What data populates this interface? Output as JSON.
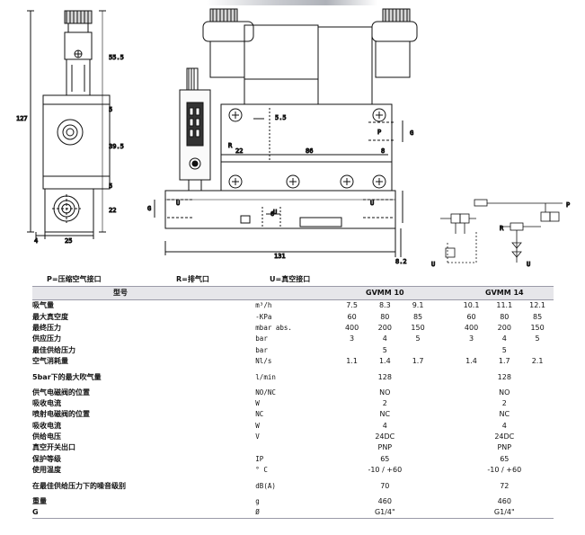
{
  "ports": {
    "p_label": "P=压缩空气接口",
    "r_label": "R=排气口",
    "u_label": "U=真空接口"
  },
  "drawing": {
    "side_view": {
      "dims": {
        "height": "127",
        "d1": "55.5",
        "d2": "5",
        "d3": "39.5",
        "d4": "5",
        "d5": "22",
        "w1": "4",
        "w2": "25"
      }
    },
    "front_view": {
      "dims": {
        "d55": "5.5",
        "d22": "22",
        "d86": "86",
        "d8": "8",
        "d6": "6",
        "d131": "131",
        "d82": "8.2"
      },
      "labels": {
        "P": "P",
        "R": "R",
        "G1": "G",
        "G2": "G",
        "U1": "U",
        "U2": "U",
        "U3": "U"
      }
    },
    "circuit": {
      "labels": {
        "P": "P",
        "R": "R",
        "U1": "U",
        "U2": "U"
      }
    }
  },
  "table": {
    "header": {
      "label": "型号",
      "model1": "GVMM 10",
      "model2": "GVMM 14"
    },
    "rows": [
      {
        "name": "吸气量",
        "unit": "m³/h",
        "v": [
          "7.5",
          "8.3",
          "9.1",
          "10.1",
          "11.1",
          "12.1"
        ]
      },
      {
        "name": "最大真空度",
        "unit": "-KPa",
        "v": [
          "60",
          "80",
          "85",
          "60",
          "80",
          "85"
        ]
      },
      {
        "name": "最终压力",
        "unit": "mbar abs.",
        "v": [
          "400",
          "200",
          "150",
          "400",
          "200",
          "150"
        ]
      },
      {
        "name": "供应压力",
        "unit": "bar",
        "v": [
          "3",
          "4",
          "5",
          "3",
          "4",
          "5"
        ]
      },
      {
        "name": "最佳供给压力",
        "unit": "bar",
        "c": [
          "5",
          "5"
        ]
      },
      {
        "name": "空气消耗量",
        "unit": "Nl/s",
        "v": [
          "1.1",
          "1.4",
          "1.7",
          "1.4",
          "1.7",
          "2.1"
        ]
      },
      {
        "name": "5bar下的最大吹气量",
        "unit": "l/min",
        "c": [
          "128",
          "128"
        ]
      },
      {
        "name": "供气电磁阀的位置",
        "unit": "NO/NC",
        "c": [
          "NO",
          "NO"
        ]
      },
      {
        "name": "吸收电流",
        "unit": "W",
        "c": [
          "2",
          "2"
        ]
      },
      {
        "name": "喷射电磁阀的位置",
        "unit": "NC",
        "c": [
          "NC",
          "NC"
        ]
      },
      {
        "name": "吸收电流",
        "unit": "W",
        "c": [
          "4",
          "4"
        ]
      },
      {
        "name": "供给电压",
        "unit": "V",
        "c": [
          "24DC",
          "24DC"
        ]
      },
      {
        "name": "真空开关出口",
        "unit": "",
        "c": [
          "PNP",
          "PNP"
        ]
      },
      {
        "name": "保护等级",
        "unit": "IP",
        "c": [
          "65",
          "65"
        ]
      },
      {
        "name": "使用温度",
        "unit": "° C",
        "c": [
          "-10 / +60",
          "-10 / +60"
        ]
      },
      {
        "name": "在最佳供给压力下的噪音级别",
        "unit": "dB(A)",
        "c": [
          "70",
          "72"
        ]
      },
      {
        "name": "重量",
        "unit": "g",
        "c": [
          "460",
          "460"
        ]
      },
      {
        "name": "G",
        "unit": "Ø",
        "c": [
          "G1/4\"",
          "G1/4\""
        ]
      }
    ]
  }
}
